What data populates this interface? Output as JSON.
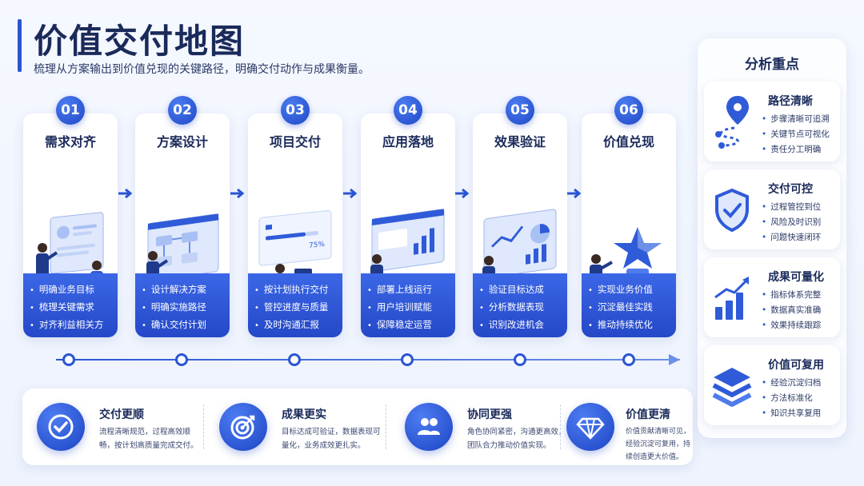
{
  "header": {
    "title": "价值交付地图",
    "subtitle": "梳理从方案输出到价值兑现的关键路径，明确交付动作与成果衡量。"
  },
  "steps": [
    {
      "num": "01",
      "title": "需求对齐",
      "items": [
        "明确业务目标",
        "梳理关键需求",
        "对齐利益相关方"
      ]
    },
    {
      "num": "02",
      "title": "方案设计",
      "items": [
        "设计解决方案",
        "明确实施路径",
        "确认交付计划"
      ]
    },
    {
      "num": "03",
      "title": "项目交付",
      "items": [
        "按计划执行交付",
        "管控进度与质量",
        "及时沟通汇报"
      ],
      "progress_label": "75%"
    },
    {
      "num": "04",
      "title": "应用落地",
      "items": [
        "部署上线运行",
        "用户培训赋能",
        "保障稳定运营"
      ]
    },
    {
      "num": "05",
      "title": "效果验证",
      "items": [
        "验证目标达成",
        "分析数据表现",
        "识别改进机会"
      ]
    },
    {
      "num": "06",
      "title": "价值兑现",
      "items": [
        "实现业务价值",
        "沉淀最佳实践",
        "推动持续优化"
      ]
    }
  ],
  "benefits": [
    {
      "title": "交付更顺",
      "desc": "流程清晰规范，过程高效顺畅，按计划高质量完成交付。",
      "icon": "check-icon"
    },
    {
      "title": "成果更实",
      "desc": "目标达成可验证，数据表现可量化，业务成效更扎实。",
      "icon": "target-icon"
    },
    {
      "title": "协同更强",
      "desc": "角色协同紧密，沟通更高效，团队合力推动价值实现。",
      "icon": "team-icon"
    },
    {
      "title": "价值更清",
      "desc": "价值贡献清晰可见，经验沉淀可复用，持续创造更大价值。",
      "icon": "diamond-icon"
    }
  ],
  "focus": {
    "title": "分析重点",
    "items": [
      {
        "title": "路径清晰",
        "points": [
          "步骤清晰可追溯",
          "关键节点可视化",
          "责任分工明确"
        ],
        "icon": "route-pin-icon"
      },
      {
        "title": "交付可控",
        "points": [
          "过程管控到位",
          "风险及时识别",
          "问题快速闭环"
        ],
        "icon": "shield-check-icon"
      },
      {
        "title": "成果可量化",
        "points": [
          "指标体系完整",
          "数据真实准确",
          "效果持续跟踪"
        ],
        "icon": "growth-chart-icon"
      },
      {
        "title": "价值可复用",
        "points": [
          "经验沉淀归档",
          "方法标准化",
          "知识共享复用"
        ],
        "icon": "layers-icon"
      }
    ]
  },
  "colors": {
    "primary": "#2a55d4",
    "dark": "#1a2a5a",
    "light_bg": "#eef3fd"
  }
}
